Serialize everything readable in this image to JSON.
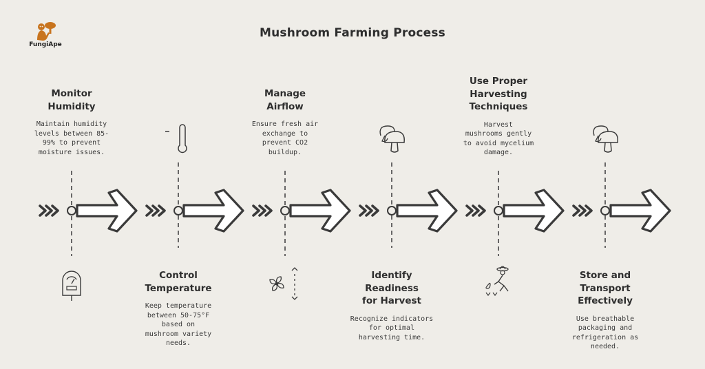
{
  "brand": {
    "name": "FungiApe",
    "logo_icon": "ape-with-mushroom-logo"
  },
  "title": "Mushroom Farming Process",
  "steps": [
    {
      "heading": [
        "Monitor",
        "Humidity"
      ],
      "description": [
        "Maintain humidity",
        "levels between 85-",
        "99% to prevent",
        "moisture issues."
      ],
      "icon": "hygrometer-icon",
      "position": "top"
    },
    {
      "heading": [
        "Control",
        "Temperature"
      ],
      "description": [
        "Keep temperature",
        "between 50-75°F",
        "based on",
        "mushroom variety",
        "needs."
      ],
      "icon": "thermometer-icon",
      "position": "bottom"
    },
    {
      "heading": [
        "Manage",
        "Airflow"
      ],
      "description": [
        "Ensure fresh air",
        "exchange to",
        "prevent CO2",
        "buildup."
      ],
      "icon": "fan-airflow-icon",
      "position": "top"
    },
    {
      "heading": [
        "Identify",
        "Readiness",
        "for Harvest"
      ],
      "description": [
        "Recognize indicators",
        "for optimal",
        "harvesting time."
      ],
      "icon": "mushroom-icon",
      "position": "bottom"
    },
    {
      "heading": [
        "Use Proper",
        "Harvesting",
        "Techniques"
      ],
      "description": [
        "Harvest",
        "mushrooms gently",
        "to avoid mycelium",
        "damage."
      ],
      "icon": "farmer-harvesting-icon",
      "position": "top"
    },
    {
      "heading": [
        "Store and",
        "Transport",
        "Effectively"
      ],
      "description": [
        "Use breathable",
        "packaging and",
        "refrigeration as",
        "needed."
      ],
      "icon": "mushroom-icon",
      "position": "bottom"
    }
  ],
  "colors": {
    "ink": "#3a3a3a",
    "background": "#efede8",
    "arrow_fill": "#ffffff",
    "logo": "#c8741e"
  }
}
